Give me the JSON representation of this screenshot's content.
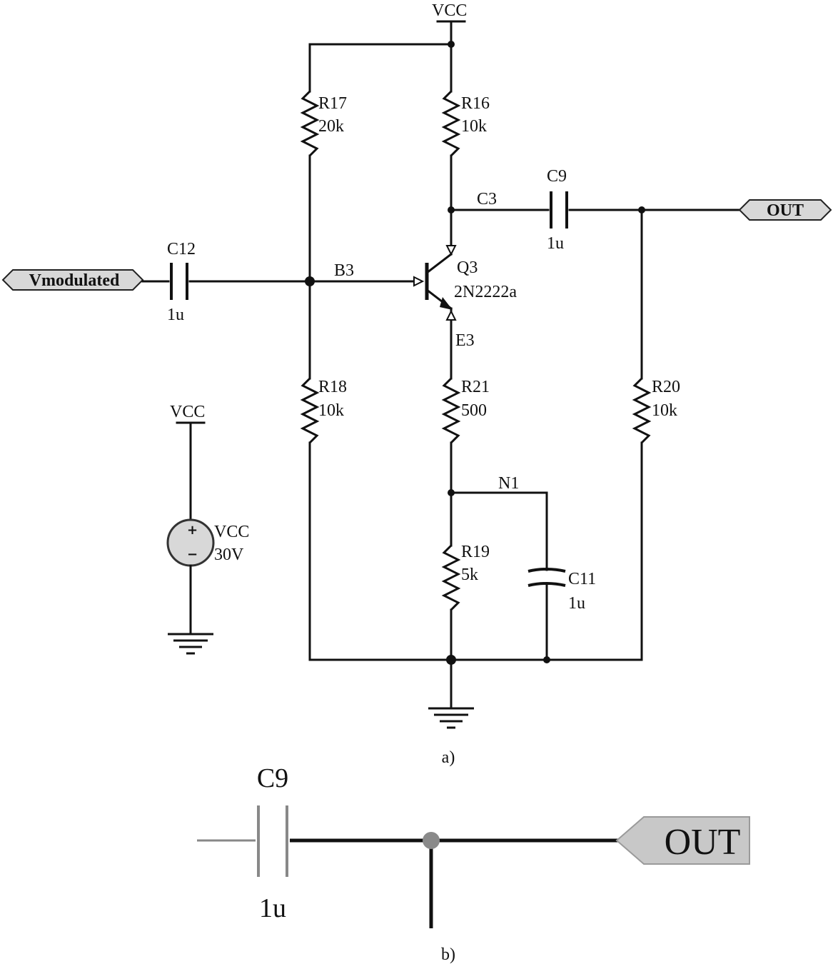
{
  "figure_a": {
    "caption": "a)",
    "input_port": "Vmodulated",
    "output_port": "OUT",
    "supply_top": "VCC",
    "nets": {
      "base": "B3",
      "collector": "C3",
      "emitter": "E3",
      "node": "N1"
    },
    "components": {
      "C12": {
        "ref": "C12",
        "value": "1u"
      },
      "R17": {
        "ref": "R17",
        "value": "20k"
      },
      "R16": {
        "ref": "R16",
        "value": "10k"
      },
      "C9": {
        "ref": "C9",
        "value": "1u"
      },
      "Q3": {
        "ref": "Q3",
        "value": "2N2222a"
      },
      "R18": {
        "ref": "R18",
        "value": "10k"
      },
      "R21": {
        "ref": "R21",
        "value": "500"
      },
      "R20": {
        "ref": "R20",
        "value": "10k"
      },
      "R19": {
        "ref": "R19",
        "value": "5k"
      },
      "C11": {
        "ref": "C11",
        "value": "1u"
      },
      "source": {
        "ref": "VCC",
        "value": "30V",
        "net": "VCC"
      }
    }
  },
  "figure_b": {
    "caption": "b)",
    "capacitor_ref": "C9",
    "capacitor_value": "1u",
    "output_port": "OUT"
  }
}
